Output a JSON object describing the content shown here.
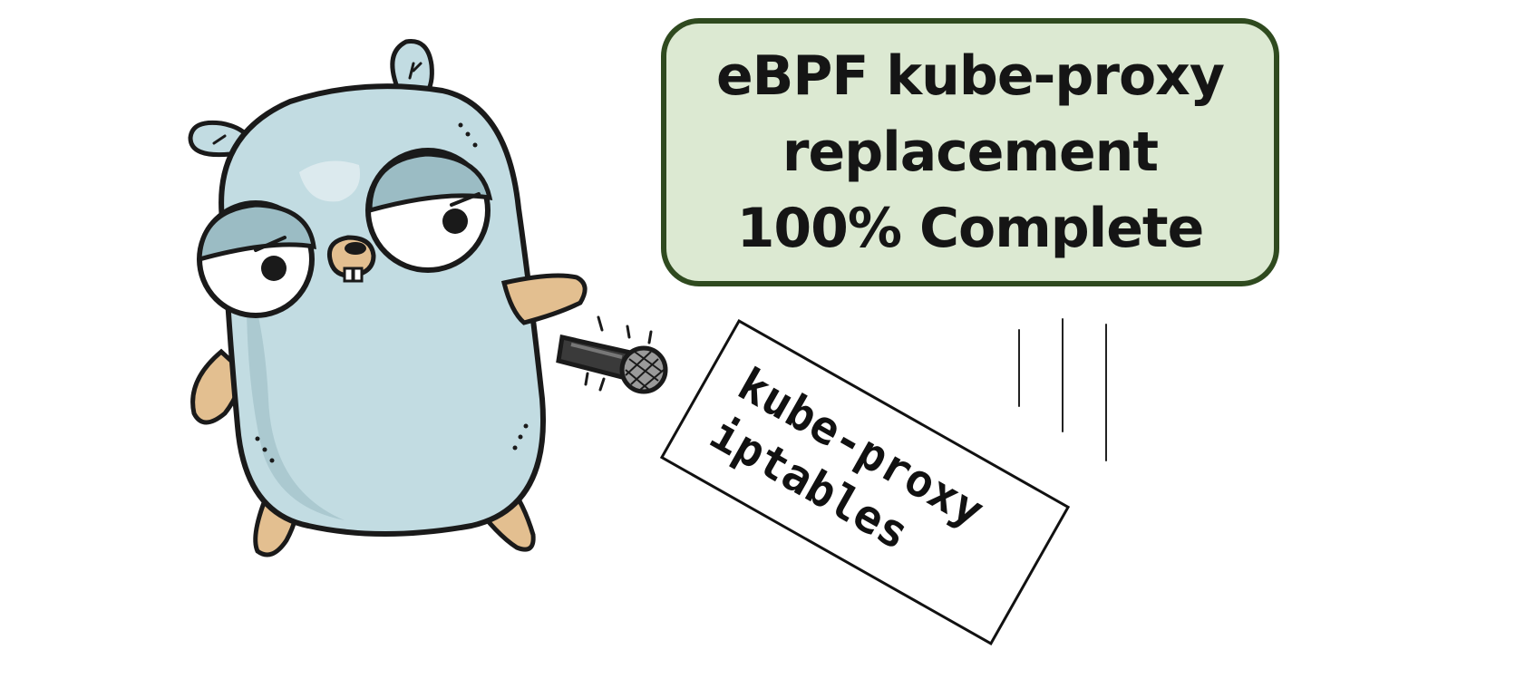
{
  "headline": {
    "lines": [
      "eBPF kube-proxy",
      "replacement",
      "100% Complete"
    ]
  },
  "dropped_card": {
    "lines": [
      "kube-proxy",
      "iptables"
    ]
  },
  "colors": {
    "box_fill": "#dce9d2",
    "box_border": "#2f4a1f",
    "gopher_body": "#c2dce2",
    "gopher_skin": "#e3bf90",
    "outline": "#1a1a1a"
  }
}
